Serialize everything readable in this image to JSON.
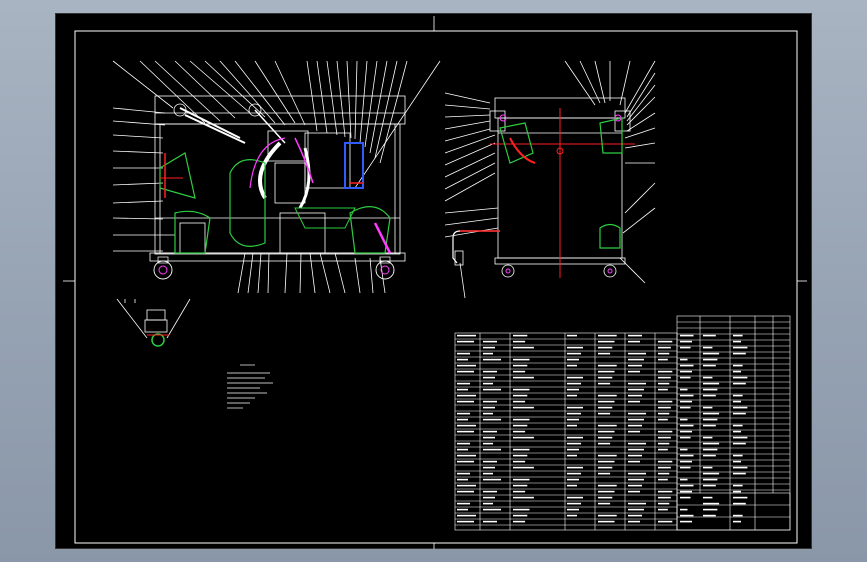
{
  "drawing": {
    "background_color": "#000000",
    "line_color": "#ffffff",
    "accent_red": "#ff2020",
    "accent_green": "#2ecc40",
    "accent_blue": "#2f5bff",
    "accent_pink": "#ff3cff",
    "views": [
      "front-view",
      "side-view",
      "wheel-detail"
    ],
    "has_parts_list_table": true,
    "has_title_block": true
  }
}
